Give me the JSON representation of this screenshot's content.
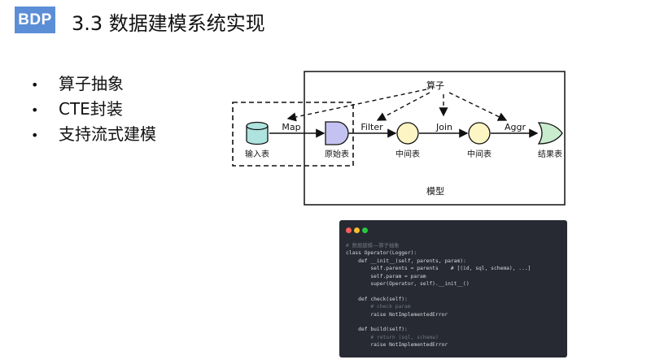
{
  "header": {
    "logo_text": "BDP",
    "title": "3.3 数据建模系统实现"
  },
  "bullets": {
    "marker": "•",
    "items": [
      "算子抽象",
      "CTE封装",
      "支持流式建模"
    ]
  },
  "diagram": {
    "operator_label": "算子",
    "model_label": "模型",
    "nodes": {
      "input": "输入表",
      "raw": "原始表",
      "mid1": "中间表",
      "mid2": "中间表",
      "result": "结果表"
    },
    "edges": {
      "map": "Map",
      "filter": "Filter",
      "join": "Join",
      "aggr": "Aggr"
    }
  },
  "colors": {
    "logo_bg": "#5b8ed6",
    "input_node": "#aee3df",
    "raw_node": "#c4c2f0",
    "mid_node": "#fdf6c4",
    "result_node": "#c9ecce",
    "code_bg": "#272a33"
  },
  "code_panel": {
    "window_dots": [
      "#fe5f57",
      "#febc2e",
      "#28c840"
    ],
    "lines": [
      "# 数据建模——算子抽象",
      "class Operator(Logger):",
      "    def __init__(self, parents, param):",
      "        self.parents = parents    # [(id, sql, schema), ...]",
      "        self.param = param",
      "        super(Operator, self).__init__()",
      "",
      "    def check(self):",
      "        # check param",
      "        raise NotImplementedError",
      "",
      "    def build(self):",
      "        # return (sql, schema)",
      "        raise NotImplementedError"
    ]
  }
}
